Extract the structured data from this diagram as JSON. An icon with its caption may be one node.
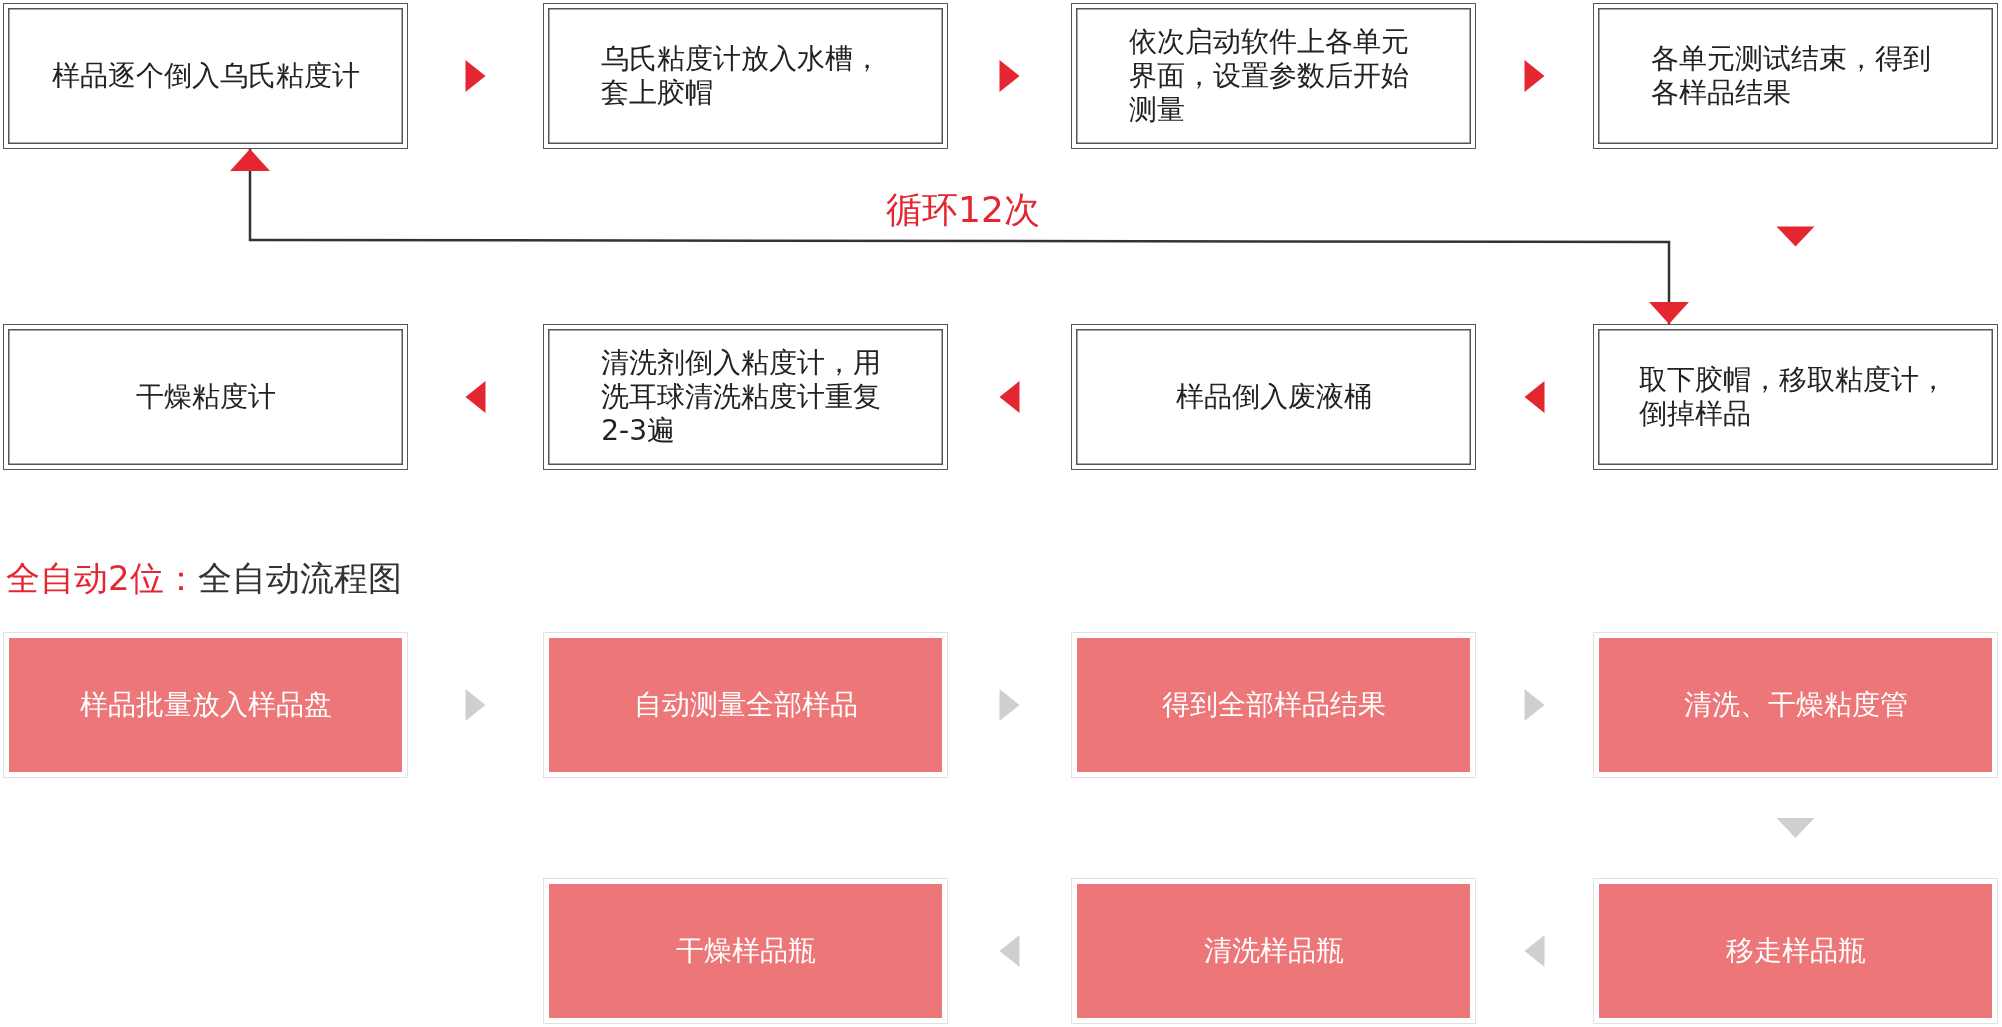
{
  "diagram": {
    "nodes": [
      {
        "text": [
          "样品逐个倒入乌氏粘度计"
        ]
      },
      {
        "text": [
          "乌氏粘度计放入水槽，套上胶帽"
        ]
      },
      {
        "text": [
          "依次启动软件上各单元界面，设置参数后开始测量"
        ]
      },
      {
        "text": [
          "各单元测试结束，得到各样品结果"
        ]
      },
      {
        "text": [
          "干燥粘度计"
        ]
      },
      {
        "text": [
          "清洗剂倒入粘度计，用洗耳球清洗粘度计重复2-3遍"
        ]
      },
      {
        "text": [
          "样品倒入废液桶"
        ]
      },
      {
        "text": [
          "取下胶帽，移取粘度计，倒掉样品"
        ]
      },
      {
        "text": [
          "样品批量放入样品盘"
        ]
      },
      {
        "text": [
          "自动测量全部样品"
        ]
      },
      {
        "text": [
          "得到全部样品结果"
        ]
      },
      {
        "text": [
          "清洗、干燥粘度管"
        ]
      },
      {
        "text": [
          "干燥样品瓶"
        ]
      },
      {
        "text": [
          "清洗样品瓶"
        ]
      },
      {
        "text": [
          "移走样品瓶"
        ]
      }
    ],
    "edges": [
      {
        "from": 0,
        "to": 1,
        "arrow": "to"
      },
      {
        "from": 1,
        "to": 2,
        "arrow": "to"
      },
      {
        "from": 2,
        "to": 3,
        "arrow": "to"
      },
      {
        "from": 3,
        "to": 7,
        "arrow": "to"
      },
      {
        "from": 7,
        "to": 6,
        "arrow": "to"
      },
      {
        "from": 6,
        "to": 5,
        "arrow": "to"
      },
      {
        "from": 5,
        "to": 4,
        "arrow": "to"
      },
      {
        "from": 7,
        "to": 0,
        "arrow": "both",
        "label": "循环12次"
      },
      {
        "from": 8,
        "to": 9,
        "arrow": "to",
        "color": "#cfcfcf"
      },
      {
        "from": 9,
        "to": 10,
        "arrow": "to",
        "color": "#cfcfcf"
      },
      {
        "from": 10,
        "to": 11,
        "arrow": "to",
        "color": "#cfcfcf"
      },
      {
        "from": 11,
        "to": 14,
        "arrow": "to",
        "color": "#cfcfcf"
      },
      {
        "from": 14,
        "to": 13,
        "arrow": "to",
        "color": "#cfcfcf"
      },
      {
        "from": 13,
        "to": 12,
        "arrow": "to",
        "color": "#cfcfcf"
      }
    ],
    "labels": [
      "全自动2位：",
      "全自动流程图"
    ]
  }
}
